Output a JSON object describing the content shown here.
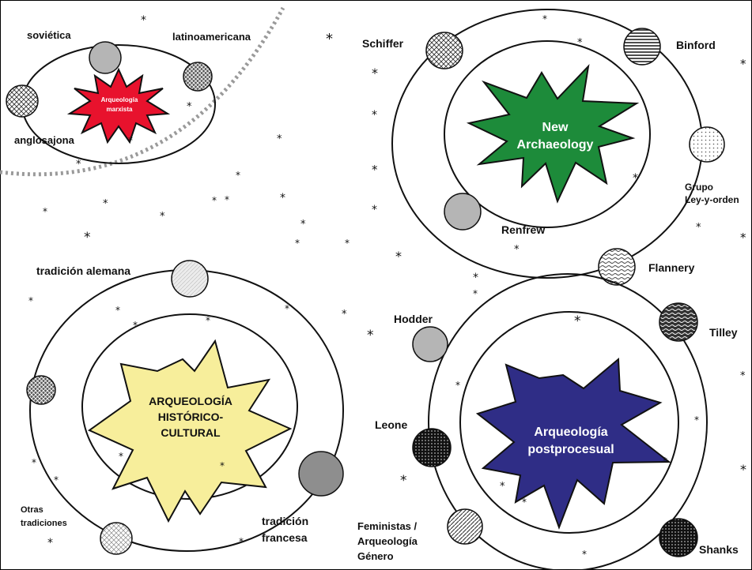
{
  "colors": {
    "marxist_star": "#e8122d",
    "new_arch_star": "#1d8b3a",
    "historico_star": "#f7ee9b",
    "postproc_star": "#2f2d86",
    "orbit": "#111111",
    "dotted_boundary": "#9a9a9a",
    "grey_planet": "#b5b5b5"
  },
  "systems": {
    "marxista": {
      "title": [
        "Arqueología",
        "marxista"
      ],
      "planets": {
        "sovietica": "soviética",
        "latinoamericana": "latinoamericana",
        "anglosajona": "anglosajona"
      }
    },
    "new_archaeology": {
      "title": [
        "New",
        "Archaeology"
      ],
      "planets": {
        "schiffer": "Schiffer",
        "binford": "Binford",
        "grupo": [
          "Grupo",
          "Ley-y-orden"
        ],
        "renfrew": "Renfrew",
        "flannery": "Flannery"
      }
    },
    "historico_cultural": {
      "title": [
        "ARQUEOLOGÍA",
        "HISTÓRICO-",
        "CULTURAL"
      ],
      "planets": {
        "alemana": "tradición alemana",
        "francesa": [
          "tradición",
          "francesa"
        ],
        "otras": [
          "Otras",
          "tradiciones"
        ]
      }
    },
    "postprocesual": {
      "title": [
        "Arqueología",
        "postprocesual"
      ],
      "planets": {
        "hodder": "Hodder",
        "tilley": "Tilley",
        "leone": "Leone",
        "feministas": [
          "Feministas /",
          "Arqueología",
          "Género"
        ],
        "shanks": "Shanks"
      }
    }
  },
  "star_glyph": "*"
}
